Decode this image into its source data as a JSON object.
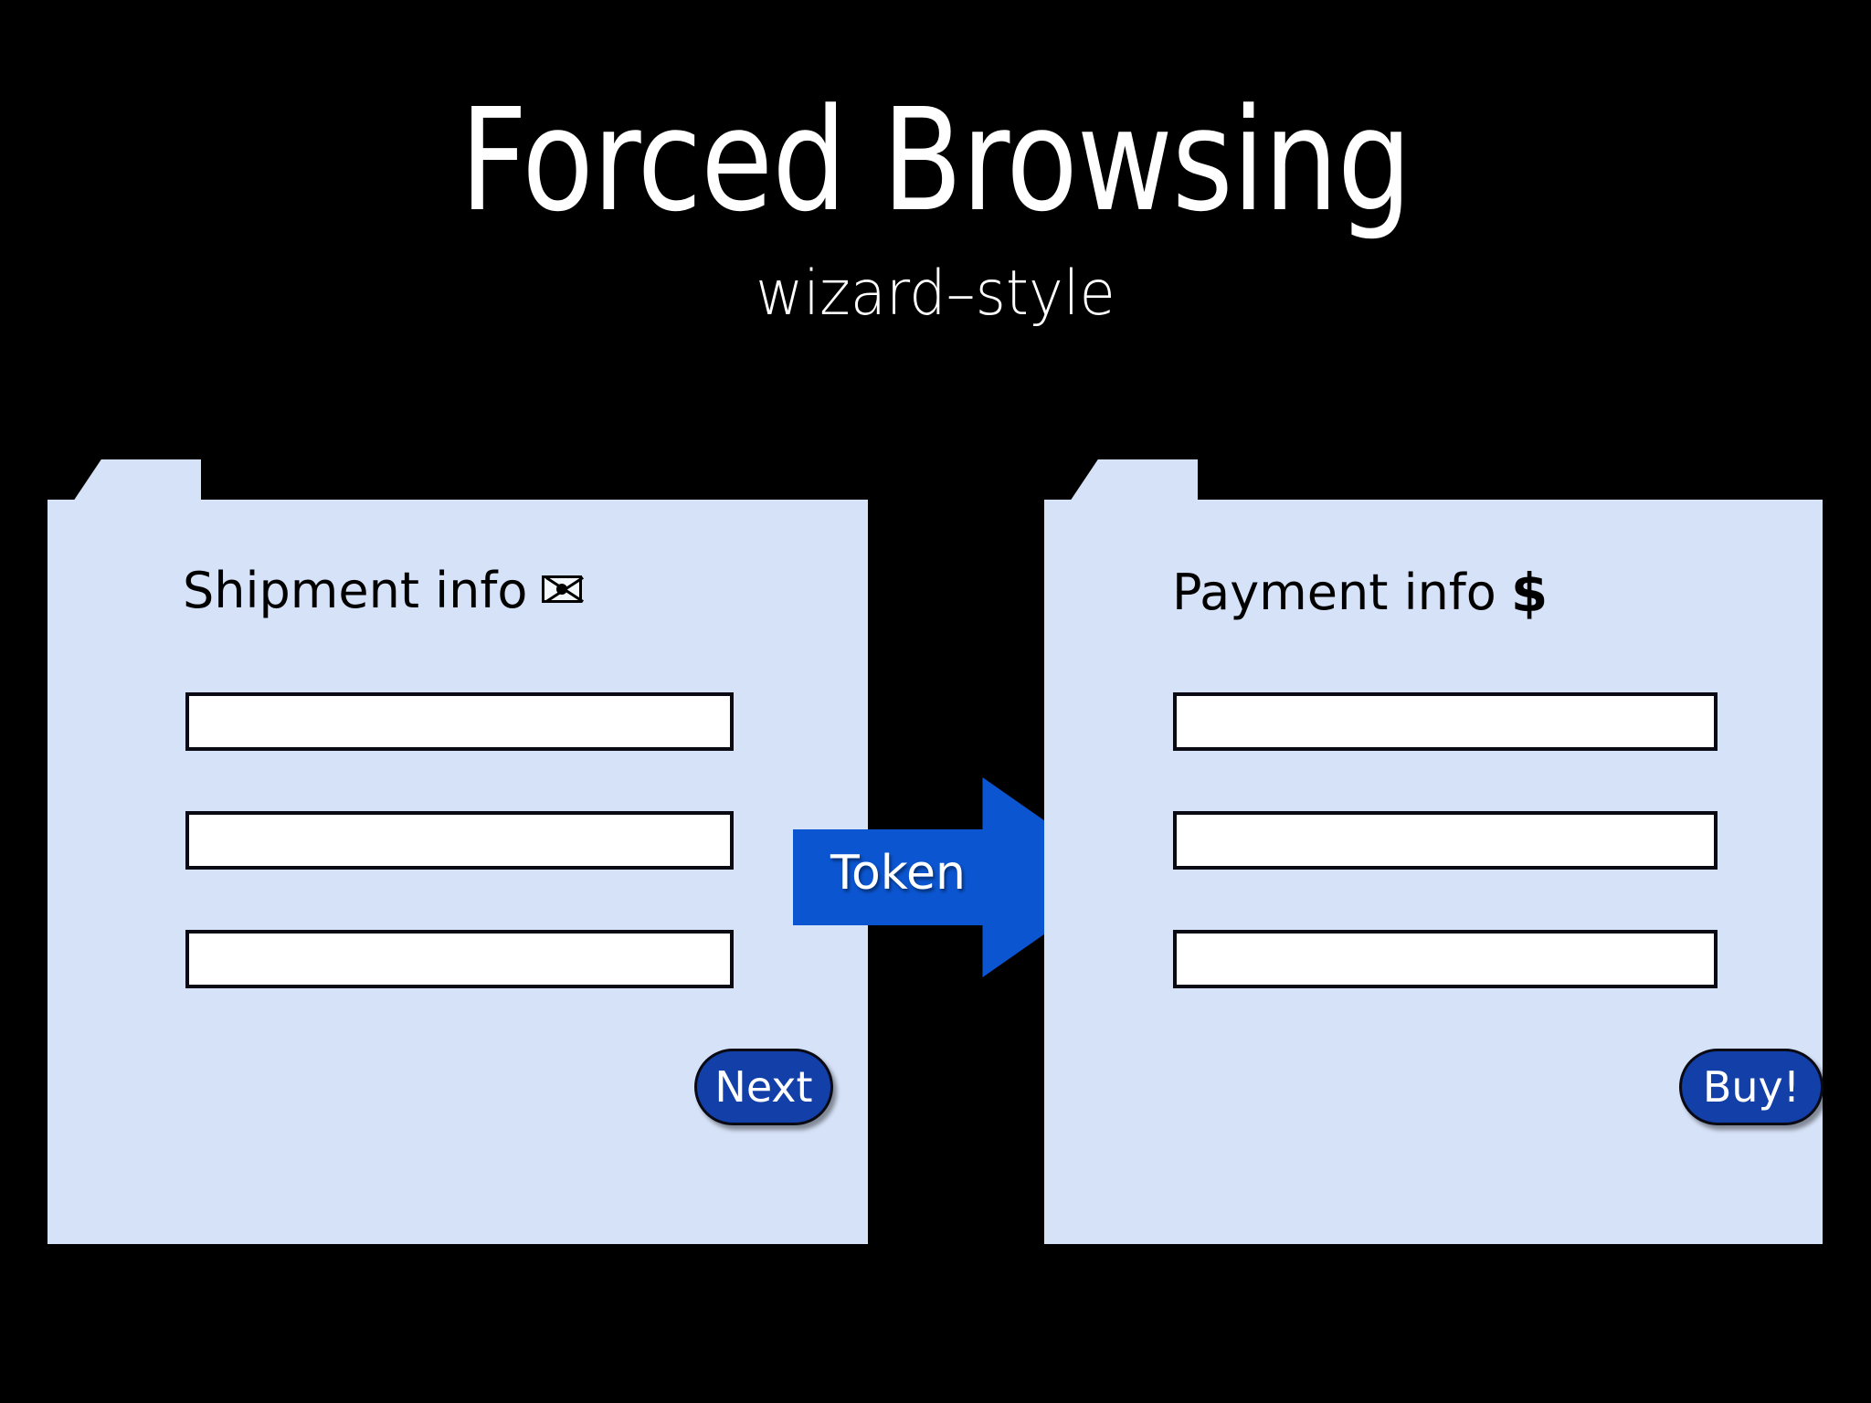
{
  "slide": {
    "title": "Forced Browsing",
    "subtitle": "wizard–style",
    "background_color": "#000000",
    "title_color": "#ffffff"
  },
  "theme": {
    "card_background": "#d6e2f8",
    "arrow_blue": "#0b55d0",
    "button_blue": "#123fa8",
    "field_background": "#ffffff",
    "field_border": "#0a0a14",
    "text_color": "#000000"
  },
  "cards": [
    {
      "id": "shipment",
      "header": "Shipment info",
      "header_icon": "envelope-icon",
      "fields": [
        "",
        "",
        ""
      ],
      "field_count": 3,
      "button_label": "Next"
    },
    {
      "id": "payment",
      "header": "Payment info",
      "header_icon": "dollar-icon",
      "header_icon_glyph": "$",
      "fields": [
        "",
        "",
        ""
      ],
      "field_count": 3,
      "button_label": "Buy!"
    }
  ],
  "arrow": {
    "label": "Token",
    "direction": "right",
    "from": "shipment",
    "to": "payment"
  }
}
